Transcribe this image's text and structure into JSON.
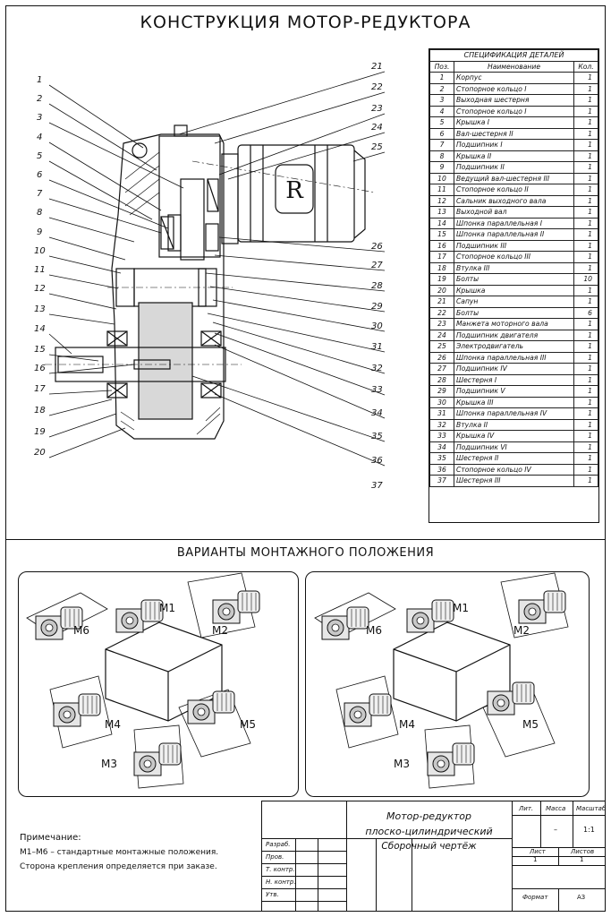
{
  "title": "КОНСТРУКЦИЯ МОТОР-РЕДУКТОРА",
  "spec": {
    "caption": "СПЕЦИФИКАЦИЯ ДЕТАЛЕЙ",
    "headers": [
      "Поз.",
      "Наименование",
      "Кол."
    ],
    "rows": [
      [
        "1",
        "Корпус",
        "1"
      ],
      [
        "2",
        "Стопорное кольцо I",
        "1"
      ],
      [
        "3",
        "Выходная шестерня",
        "1"
      ],
      [
        "4",
        "Стопорное кольцо I",
        "1"
      ],
      [
        "5",
        "Крышка I",
        "1"
      ],
      [
        "6",
        "Вал-шестерня II",
        "1"
      ],
      [
        "7",
        "Подшипник I",
        "1"
      ],
      [
        "8",
        "Крышка II",
        "1"
      ],
      [
        "9",
        "Подшипник II",
        "1"
      ],
      [
        "10",
        "Ведущий вал-шестерня III",
        "1"
      ],
      [
        "11",
        "Стопорное кольцо II",
        "1"
      ],
      [
        "12",
        "Сальник выходного вала",
        "1"
      ],
      [
        "13",
        "Выходной вал",
        "1"
      ],
      [
        "14",
        "Шпонка параллельная I",
        "1"
      ],
      [
        "15",
        "Шпонка параллельная II",
        "1"
      ],
      [
        "16",
        "Подшипник III",
        "1"
      ],
      [
        "17",
        "Стопорное кольцо III",
        "1"
      ],
      [
        "18",
        "Втулка III",
        "1"
      ],
      [
        "19",
        "Болты",
        "10"
      ],
      [
        "20",
        "Крышка",
        "1"
      ],
      [
        "21",
        "Сапун",
        "1"
      ],
      [
        "22",
        "Болты",
        "6"
      ],
      [
        "23",
        "Манжета моторного вала",
        "1"
      ],
      [
        "24",
        "Подшипник двигателя",
        "1"
      ],
      [
        "25",
        "Электродвигатель",
        "1"
      ],
      [
        "26",
        "Шпонка параллельная III",
        "1"
      ],
      [
        "27",
        "Подшипник IV",
        "1"
      ],
      [
        "28",
        "Шестерня I",
        "1"
      ],
      [
        "29",
        "Подшипник V",
        "1"
      ],
      [
        "30",
        "Крышка III",
        "1"
      ],
      [
        "31",
        "Шпонка параллельная IV",
        "1"
      ],
      [
        "32",
        "Втулка II",
        "1"
      ],
      [
        "33",
        "Крышка IV",
        "1"
      ],
      [
        "34",
        "Подшипник VI",
        "1"
      ],
      [
        "35",
        "Шестерня II",
        "1"
      ],
      [
        "36",
        "Стопорное кольцо IV",
        "1"
      ],
      [
        "37",
        "Шестерня III",
        "1"
      ]
    ]
  },
  "left_callouts": [
    "1",
    "2",
    "3",
    "4",
    "5",
    "6",
    "7",
    "8",
    "9",
    "10",
    "11",
    "12",
    "13",
    "14",
    "15",
    "16",
    "17",
    "18",
    "19",
    "20"
  ],
  "right_callouts": [
    "21",
    "22",
    "23",
    "24",
    "25",
    "26",
    "27",
    "28",
    "29",
    "30",
    "31",
    "32",
    "33",
    "34",
    "35",
    "36",
    "37"
  ],
  "mounting": {
    "title": "ВАРИАНТЫ МОНТАЖНОГО ПОЛОЖЕНИЯ",
    "positions": [
      "M1",
      "M2",
      "M3",
      "M4",
      "M5",
      "M6"
    ]
  },
  "note": {
    "heading": "Примечание:",
    "line1": "М1–М6 – стандартные монтажные положения.",
    "line2": "Сторона крепления определяется при заказе."
  },
  "title_block": {
    "doc_line1": "Мотор-редуктор",
    "doc_line2": "плоско-цилиндрический",
    "doc_line3": "Сборочный чертёж",
    "lit": "Лит.",
    "mass": "Масса",
    "scale": "Масштаб",
    "mass_value": "–",
    "scale_value": "1:1",
    "sheet": "Лист",
    "sheets": "Листов",
    "sheet_value": "1",
    "sheets_value": "1",
    "razrab": "Разраб.",
    "prov": "Пров.",
    "tkontr": "Т. контр.",
    "nkontr": "Н. контр.",
    "utv": "Утв.",
    "format_label": "Формат",
    "format_value": "А3"
  }
}
